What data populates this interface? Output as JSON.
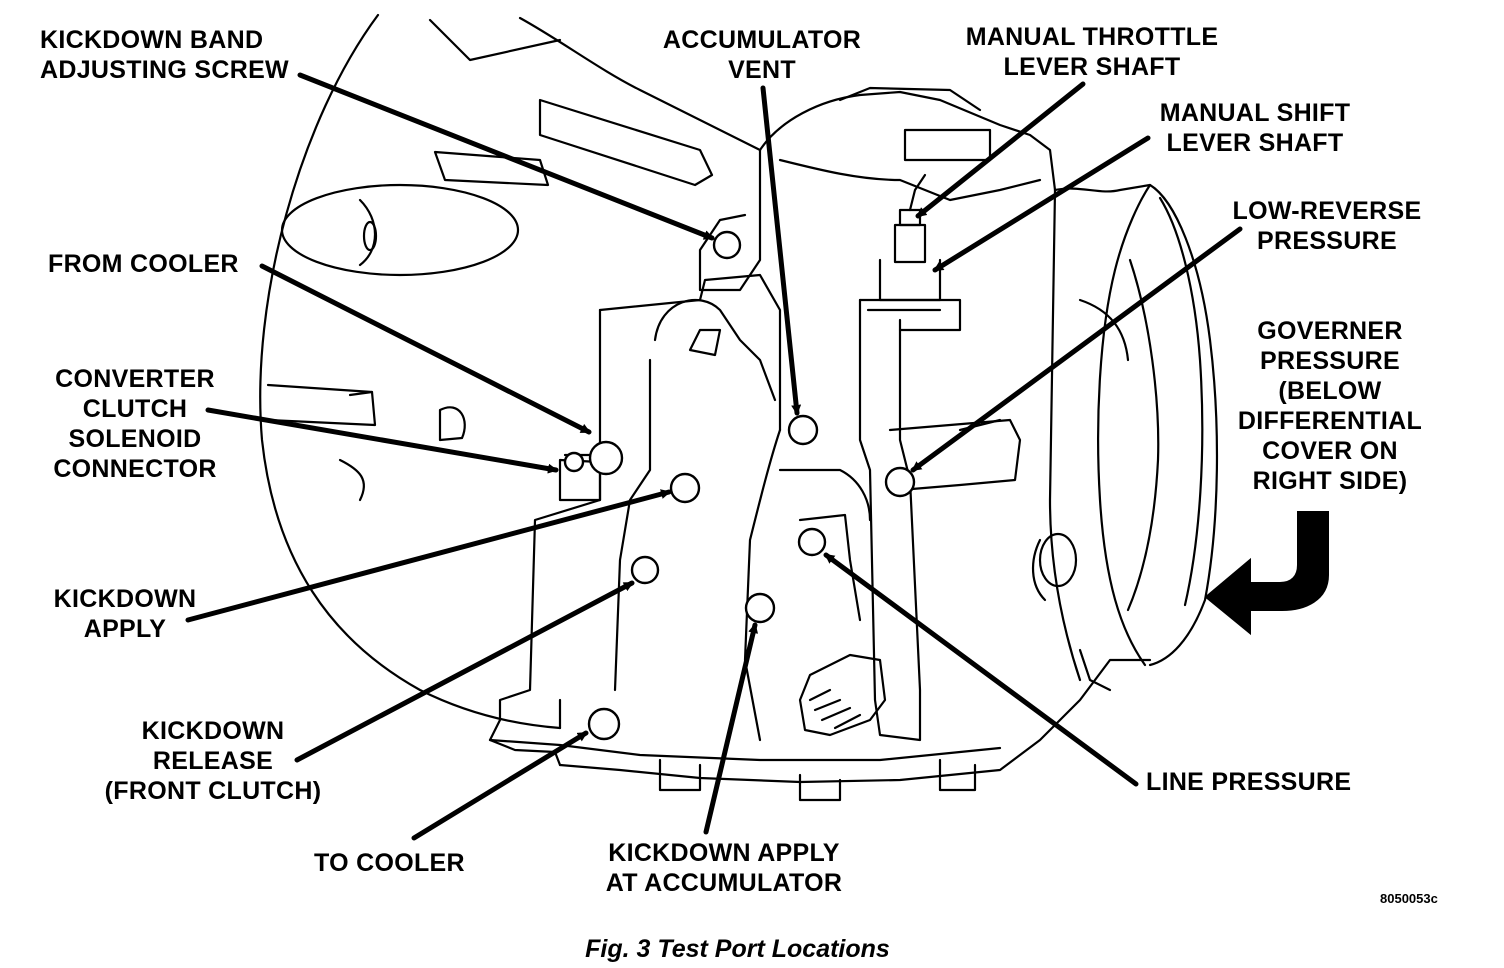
{
  "labels": {
    "kickdown_band_screw": "KICKDOWN BAND\nADJUSTING SCREW",
    "accumulator_vent": "ACCUMULATOR\nVENT",
    "manual_throttle": "MANUAL THROTTLE\nLEVER SHAFT",
    "manual_shift": "MANUAL SHIFT\nLEVER SHAFT",
    "low_reverse": "LOW-REVERSE\nPRESSURE",
    "from_cooler": "FROM COOLER",
    "converter_clutch": "CONVERTER\nCLUTCH\nSOLENOID\nCONNECTOR",
    "governor": "GOVERNER\nPRESSURE\n(BELOW\nDIFFERENTIAL\nCOVER ON\nRIGHT SIDE)",
    "kickdown_apply": "KICKDOWN\nAPPLY",
    "kickdown_release": "KICKDOWN\nRELEASE\n(FRONT CLUTCH)",
    "to_cooler": "TO COOLER",
    "kickdown_apply_accumulator": "KICKDOWN APPLY\nAT ACCUMULATOR",
    "line_pressure": "LINE PRESSURE"
  },
  "figure_code": "8050053c",
  "caption": "Fig. 3 Test Port Locations"
}
